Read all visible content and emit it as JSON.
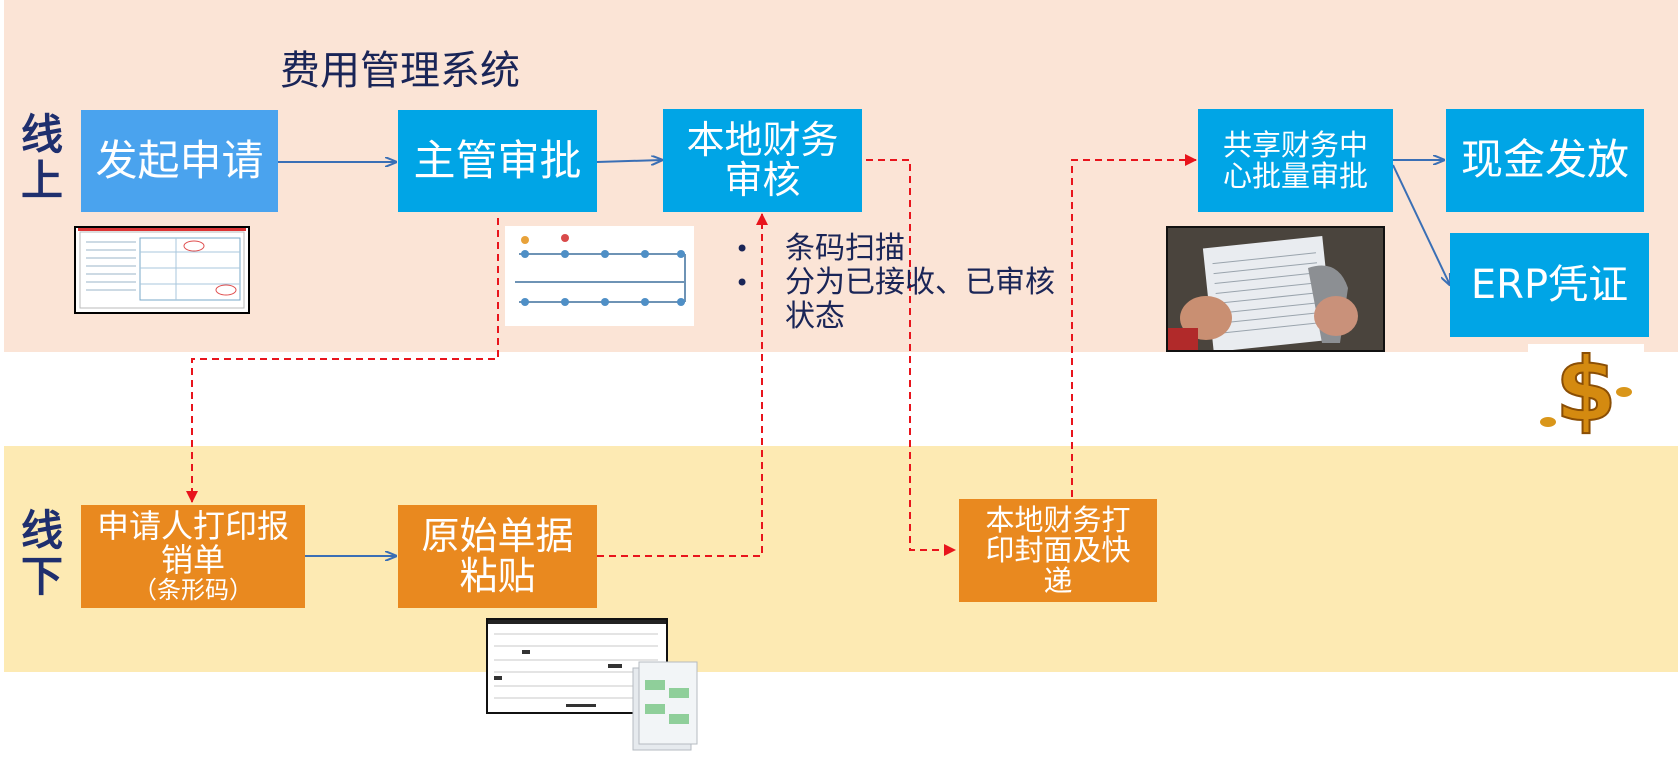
{
  "title": "费用管理系统",
  "rows": {
    "online": "线上",
    "offline": "线下"
  },
  "online_steps": {
    "initiate": "发起申请",
    "manager": "主管审批",
    "local_finance": "本地财务审核",
    "shared_center": "共享财务中心批量审批",
    "cash": "现金发放",
    "erp": "ERP凭证"
  },
  "offline_steps": {
    "print": "申请人打印报销单",
    "print_note": "（条形码）",
    "paste": "原始单据粘贴",
    "express": "本地财务打印封面及快递"
  },
  "notes": [
    "条码扫描",
    "分为已接收、已审核状态"
  ],
  "colors": {
    "online_band": "#fbe4d6",
    "offline_band": "#fdeab3",
    "box_blue": "#00a5e6",
    "box_orange": "#e9891f",
    "arrow_solid": "#3a6fb5",
    "arrow_dashed": "#e8141c"
  }
}
